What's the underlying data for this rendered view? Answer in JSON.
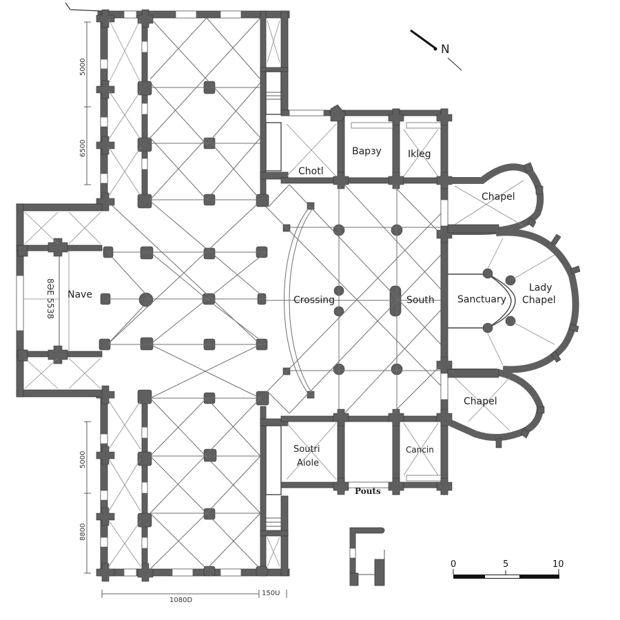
{
  "plan": {
    "north_label": "N",
    "rooms": [
      {
        "id": "nave",
        "label": "Nave"
      },
      {
        "id": "crossing",
        "label": "Crossing"
      },
      {
        "id": "south",
        "label": "South"
      },
      {
        "id": "sanctuary",
        "label": "Sanctuary"
      },
      {
        "id": "lady_chapel",
        "label": "Lady\nChapel",
        "line1": "Lady",
        "line2": "Chapel"
      },
      {
        "id": "chapel_north",
        "label": "Chapel"
      },
      {
        "id": "chapel_south",
        "label": "Chapel"
      },
      {
        "id": "choir",
        "label": "Chotl"
      },
      {
        "id": "bapby",
        "label": "Bapзy"
      },
      {
        "id": "kleg",
        "label": "Ikleg"
      },
      {
        "id": "south_aisle",
        "label": "Soutri Aiole",
        "line1": "Soutri",
        "line2": "Aiole"
      },
      {
        "id": "cancin",
        "label": "Cancin"
      },
      {
        "id": "pouts",
        "label": "Pouts"
      }
    ],
    "nave_inscription": "8ƏE 5538"
  },
  "dimensions": {
    "left_upper_1": "5000",
    "left_upper_2": "6500",
    "left_lower_1": "5000",
    "left_lower_2": "8800",
    "bottom_main": "1080D",
    "bottom_right": "150U"
  },
  "scale_bar": {
    "ticks": [
      "0",
      "5",
      "10"
    ]
  },
  "colors": {
    "wall": "#5f5f5f",
    "rib": "#6d6d6d",
    "background": "#ffffff",
    "text": "#1d1d1d"
  }
}
